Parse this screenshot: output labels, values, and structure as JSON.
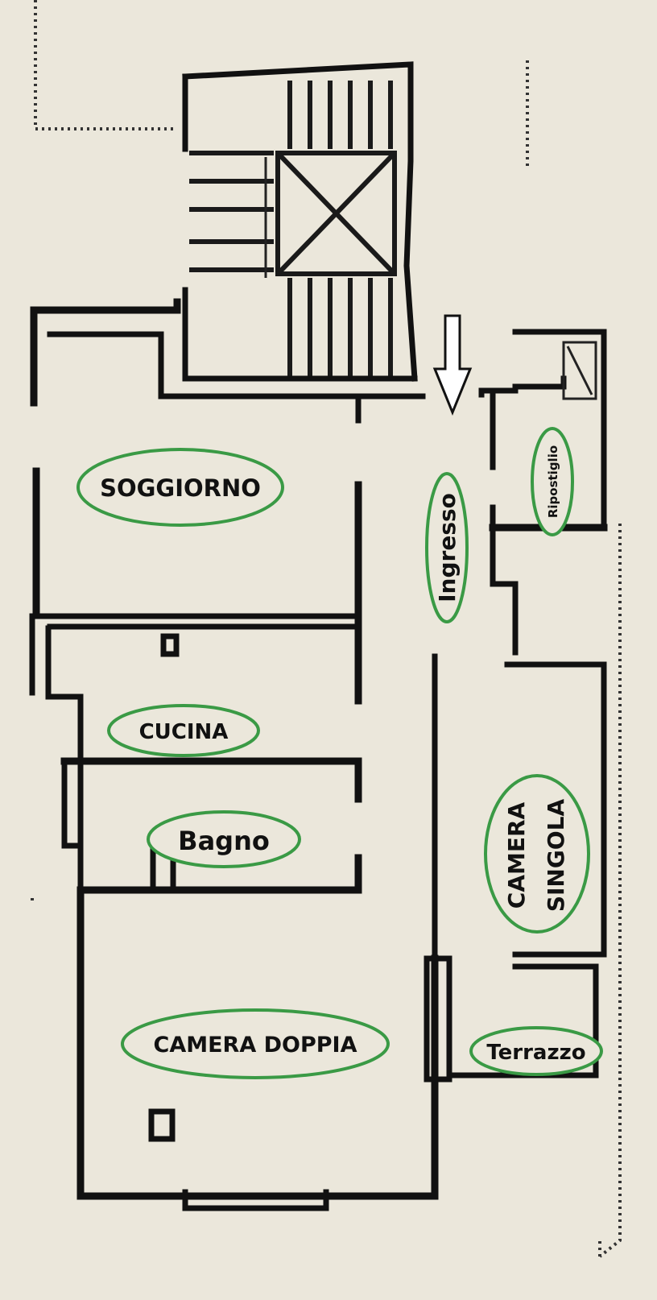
{
  "rooms": {
    "soggiorno": "SOGGIORNO",
    "ingresso": "Ingresso",
    "ripostiglio": "Ripostiglio",
    "cucina": "CUCINA",
    "bagno": "Bagno",
    "camera_singola_line1": "CAMERA",
    "camera_singola_line2": "SINGOLA",
    "camera_doppia": "CAMERA DOPPIA",
    "terrazzo": "Terrazzo"
  },
  "colors": {
    "paper": "#ebe7db",
    "walls": "#111111",
    "label_outline": "#3a9a45"
  },
  "icons": {
    "entrance": "down-arrow-icon"
  }
}
